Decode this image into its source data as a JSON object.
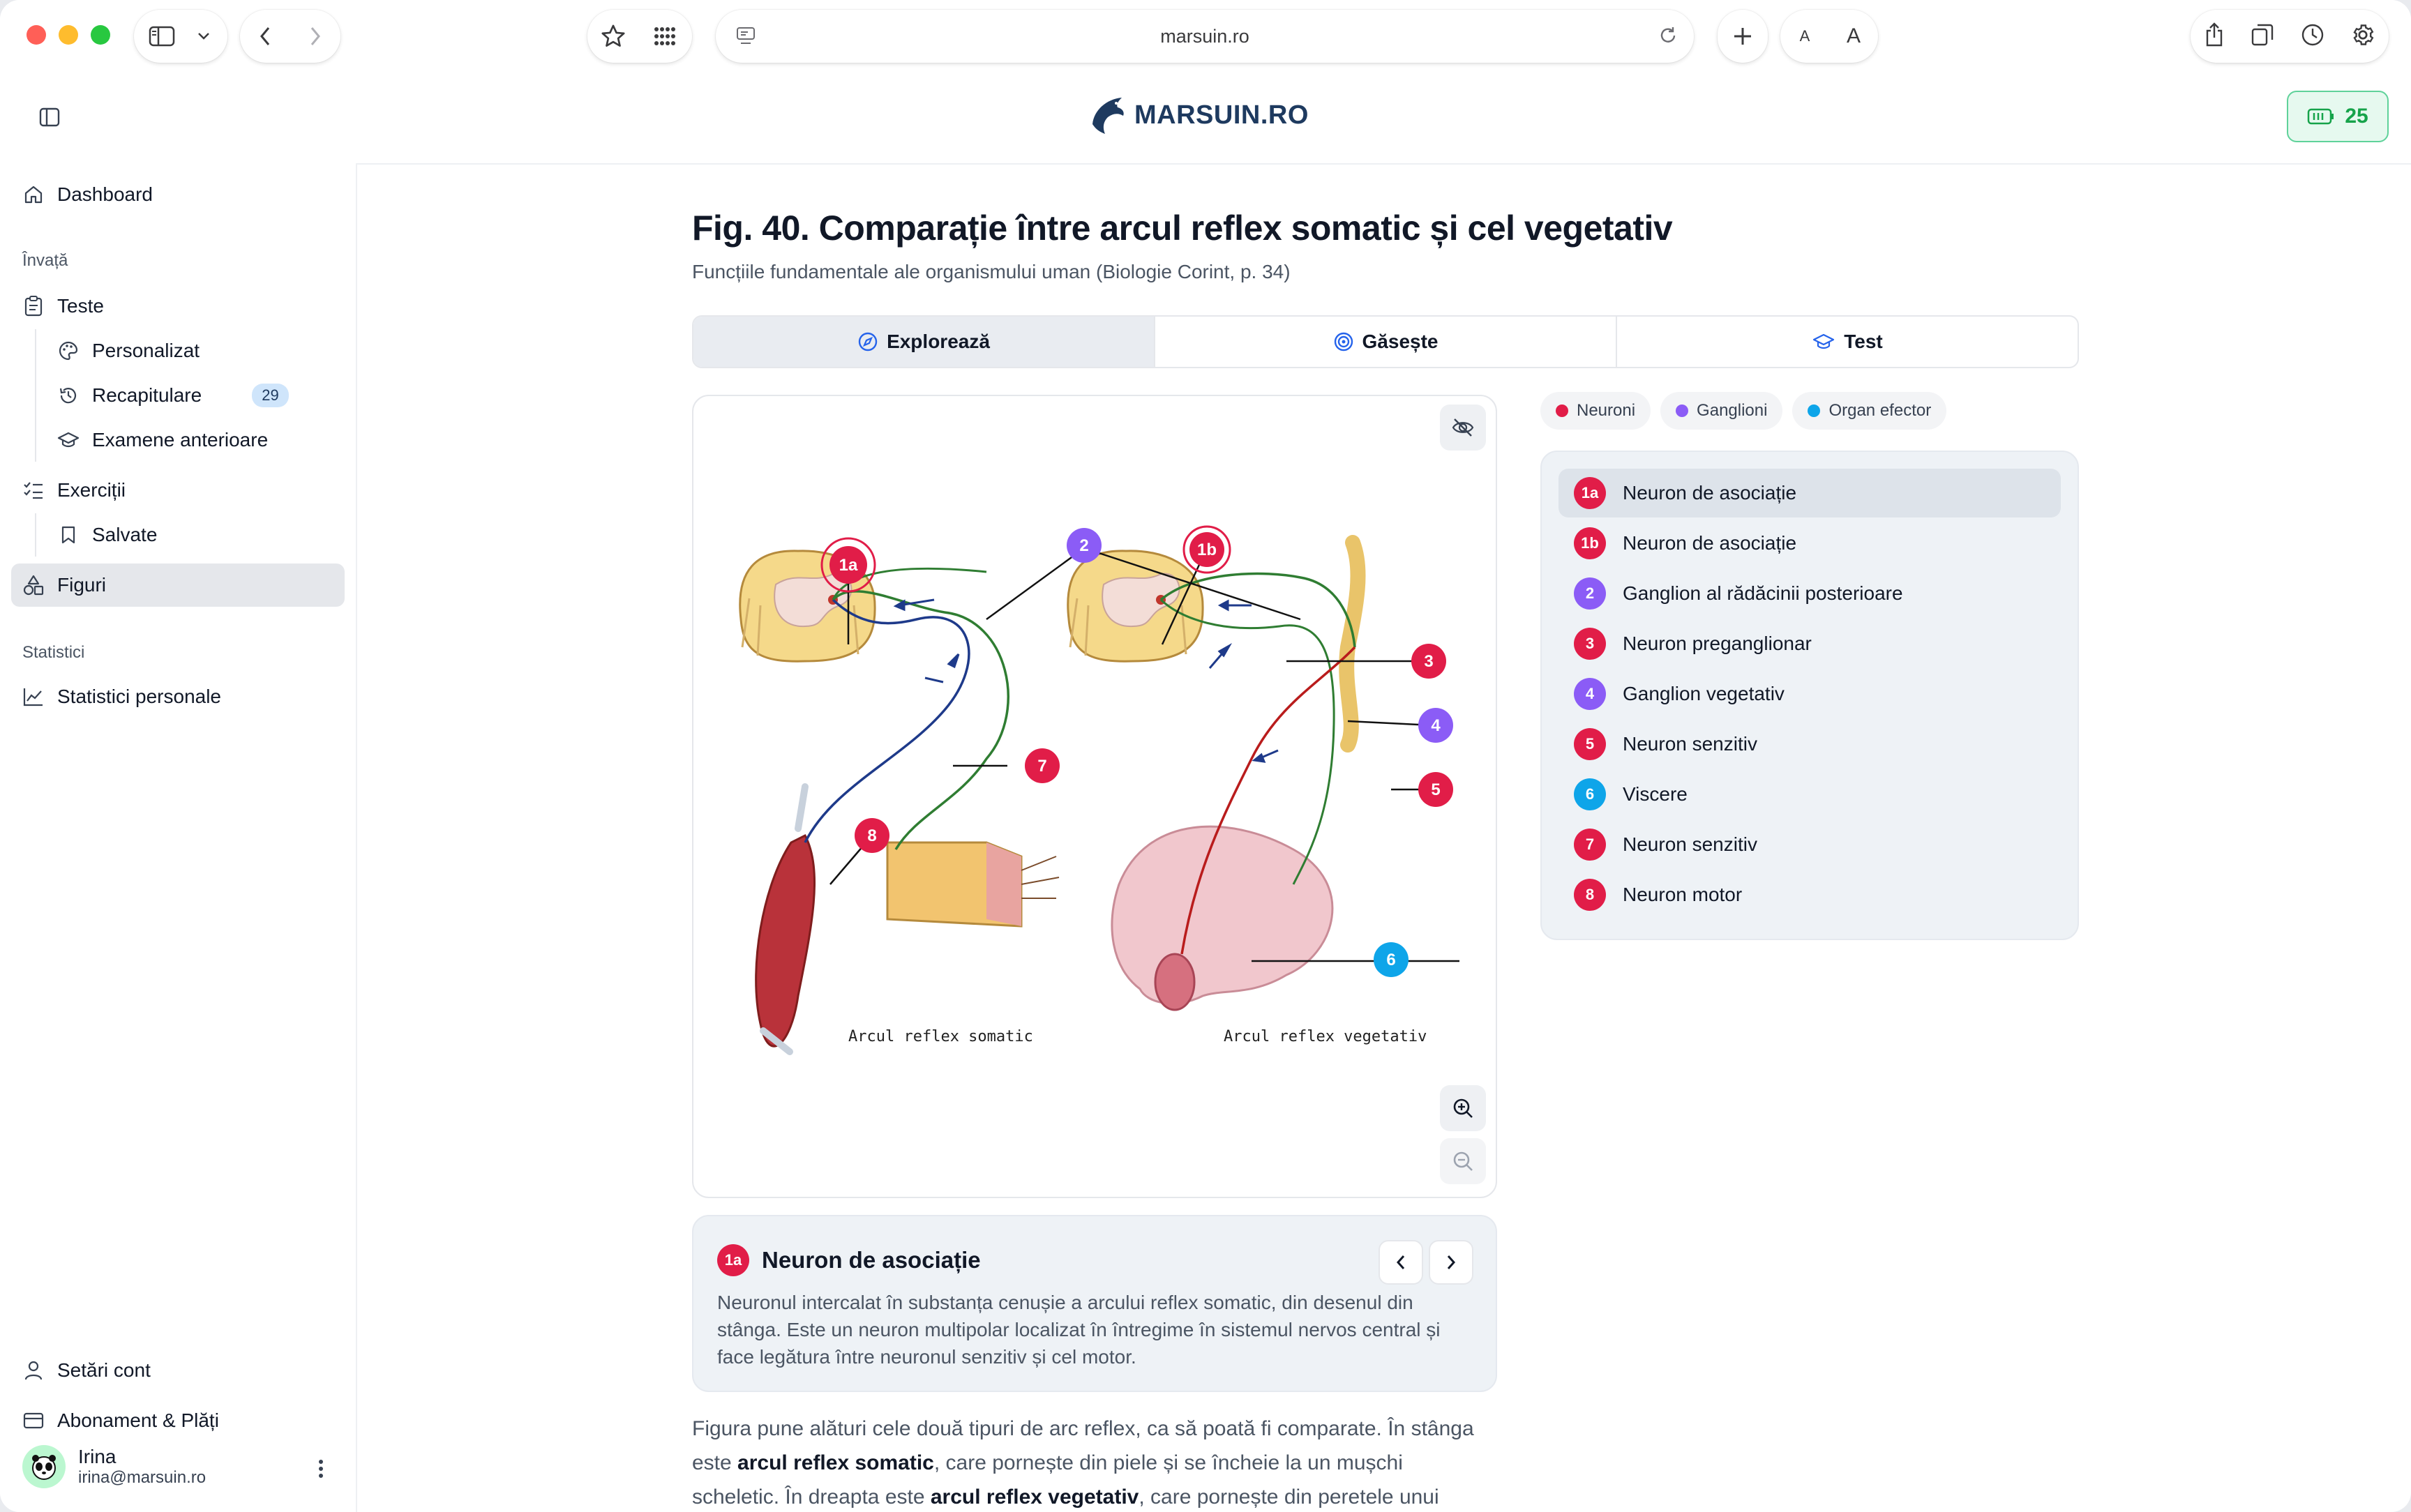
{
  "browser": {
    "url": "marsuin.ro",
    "text_small": "A",
    "text_large": "A"
  },
  "app": {
    "logo_text": "MARSUIN.RO",
    "credits": "25"
  },
  "sidebar": {
    "dashboard": "Dashboard",
    "section_learn": "Învață",
    "teste": "Teste",
    "personalizat": "Personalizat",
    "recapitulare": "Recapitulare",
    "recapitulare_count": "29",
    "examene": "Examene anterioare",
    "exercitii": "Exerciții",
    "salvate": "Salvate",
    "figuri": "Figuri",
    "section_stats": "Statistici",
    "statistici": "Statistici personale",
    "setari": "Setări cont",
    "abonament": "Abonament & Plăți",
    "user_name": "Irina",
    "user_email": "irina@marsuin.ro"
  },
  "main": {
    "title": "Fig. 40. Comparație între arcul reflex somatic și cel vegetativ",
    "subtitle": "Funcțiile fundamentale ale organismului uman (Biologie Corint, p. 34)",
    "tabs": [
      "Explorează",
      "Găsește",
      "Test"
    ],
    "figure_caption_left": "Arcul reflex somatic",
    "figure_caption_right": "Arcul reflex vegetativ",
    "legend": [
      {
        "label": "Neuroni",
        "color": "#e11d48"
      },
      {
        "label": "Ganglioni",
        "color": "#8b5cf6"
      },
      {
        "label": "Organ efector",
        "color": "#0ea5e9"
      }
    ],
    "items": [
      {
        "num": "1a",
        "label": "Neuron de asociație",
        "color": "#e11d48"
      },
      {
        "num": "1b",
        "label": "Neuron de asociație",
        "color": "#e11d48"
      },
      {
        "num": "2",
        "label": "Ganglion al rădăcinii posterioare",
        "color": "#8b5cf6"
      },
      {
        "num": "3",
        "label": "Neuron preganglionar",
        "color": "#e11d48"
      },
      {
        "num": "4",
        "label": "Ganglion vegetativ",
        "color": "#8b5cf6"
      },
      {
        "num": "5",
        "label": "Neuron senzitiv",
        "color": "#e11d48"
      },
      {
        "num": "6",
        "label": "Viscere",
        "color": "#0ea5e9"
      },
      {
        "num": "7",
        "label": "Neuron senzitiv",
        "color": "#e11d48"
      },
      {
        "num": "8",
        "label": "Neuron motor",
        "color": "#e11d48"
      }
    ],
    "detail": {
      "num": "1a",
      "title": "Neuron de asociație",
      "text": "Neuronul intercalat în substanța cenușie a arcului reflex somatic, din desenul din stânga. Este un neuron multipolar localizat în întregime în sistemul nervos central și face legătura între neuronul senzitiv și cel motor."
    },
    "para": {
      "p1": "Figura pune alături cele două tipuri de arc reflex, ca să poată fi comparate. În stânga este ",
      "b1": "arcul reflex somatic",
      "p2": ", care pornește din piele și se încheie la un mușchi scheletic. În dreapta este ",
      "b2": "arcul reflex vegetativ",
      "p3": ", care pornește din peretele unui viscer și se"
    }
  }
}
